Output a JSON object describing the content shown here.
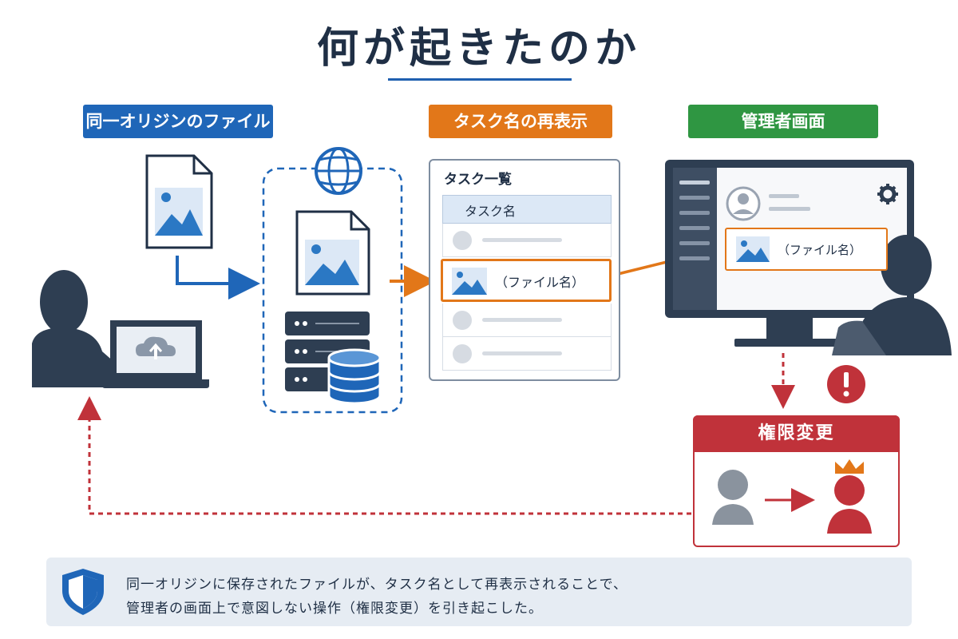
{
  "title": "何が起きたのか",
  "labels": {
    "same_origin_file": "同一オリジンのファイル",
    "task_redisplay": "タスク名の再表示",
    "admin_screen": "管理者画面",
    "permission_change": "権限変更"
  },
  "task_list": {
    "title": "タスク一覧",
    "column_header": "タスク名",
    "highlight_row": "（ファイル名）"
  },
  "admin_card": {
    "text": "（ファイル名）"
  },
  "note": {
    "line1": "同一オリジンに保存されたファイルが、タスク名として再表示されることで、",
    "line2": "管理者の画面上で意図しない操作（権限変更）を引き起こした。"
  },
  "colors": {
    "navy": "#1f2f45",
    "blue": "#1f66b8",
    "orange": "#e27719",
    "green": "#2f9642",
    "red": "#c0323a",
    "gray": "#6b7683"
  },
  "icons": [
    "user-silhouette-icon",
    "laptop-upload-icon",
    "image-file-icon",
    "globe-icon",
    "server-icon",
    "database-icon",
    "monitor-icon",
    "gear-icon",
    "avatar-icon",
    "warning-icon",
    "crown-icon",
    "shield-icon"
  ]
}
